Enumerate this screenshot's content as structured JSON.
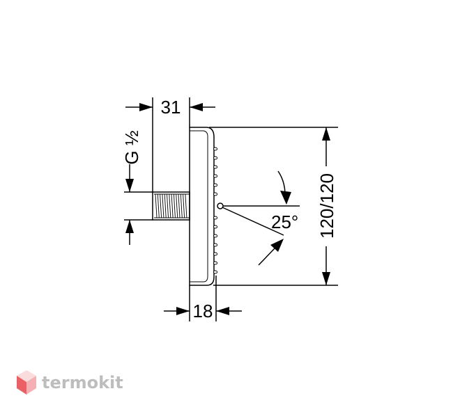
{
  "dimensions": {
    "connection_depth": "31",
    "thread": "G ½",
    "head_size": "120/120",
    "tilt_angle": "25°",
    "head_depth": "18"
  },
  "watermark": {
    "brand": "termokit"
  },
  "colors": {
    "line": "#000000",
    "background": "#ffffff",
    "watermark_text": "#bdbdbd",
    "logo_red": "#e8454a",
    "logo_pink": "#f3a3a6",
    "logo_light": "#fbd6d7"
  }
}
